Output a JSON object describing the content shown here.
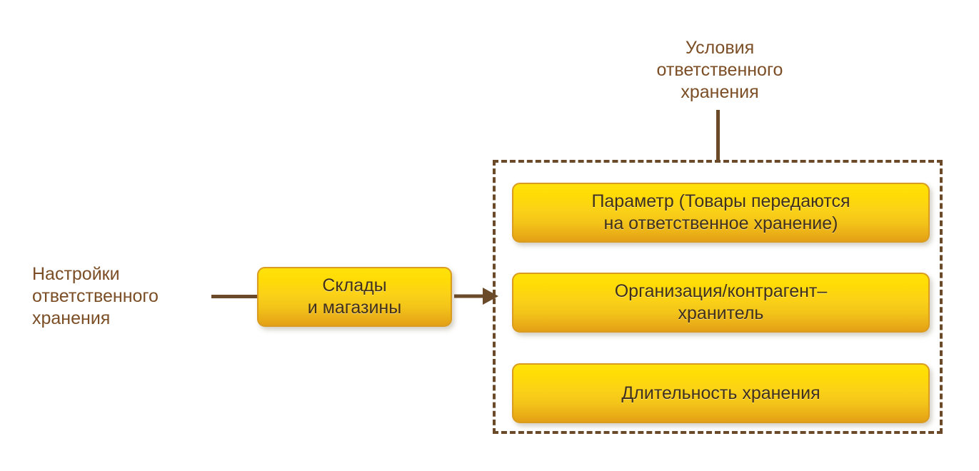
{
  "diagram": {
    "type": "flow-diagram",
    "title_label": "Условия\nответственного\nхранения",
    "source_label": "Настройки\nответственного\nхранения",
    "source_box_label": "Склады\nи магазины",
    "group": {
      "name": "Условия ответственного хранения",
      "border_style": "dashed",
      "items": [
        {
          "label": "Параметр (Товары передаются\nна ответственное хранение)"
        },
        {
          "label": "Организация/контрагент–\nхранитель"
        },
        {
          "label": "Длительность хранения"
        }
      ]
    },
    "connectors": {
      "source_to_box": "line",
      "box_to_group": "arrow",
      "title_to_group": "line"
    },
    "colors": {
      "text_brown": "#7B4E26",
      "box_text": "#40301C",
      "connector": "#6B4A2A",
      "box_border": "#D99C20",
      "box_gradient_top": "#FFE20A",
      "box_gradient_bottom": "#E3A016",
      "background": "#FFFFFF"
    }
  }
}
